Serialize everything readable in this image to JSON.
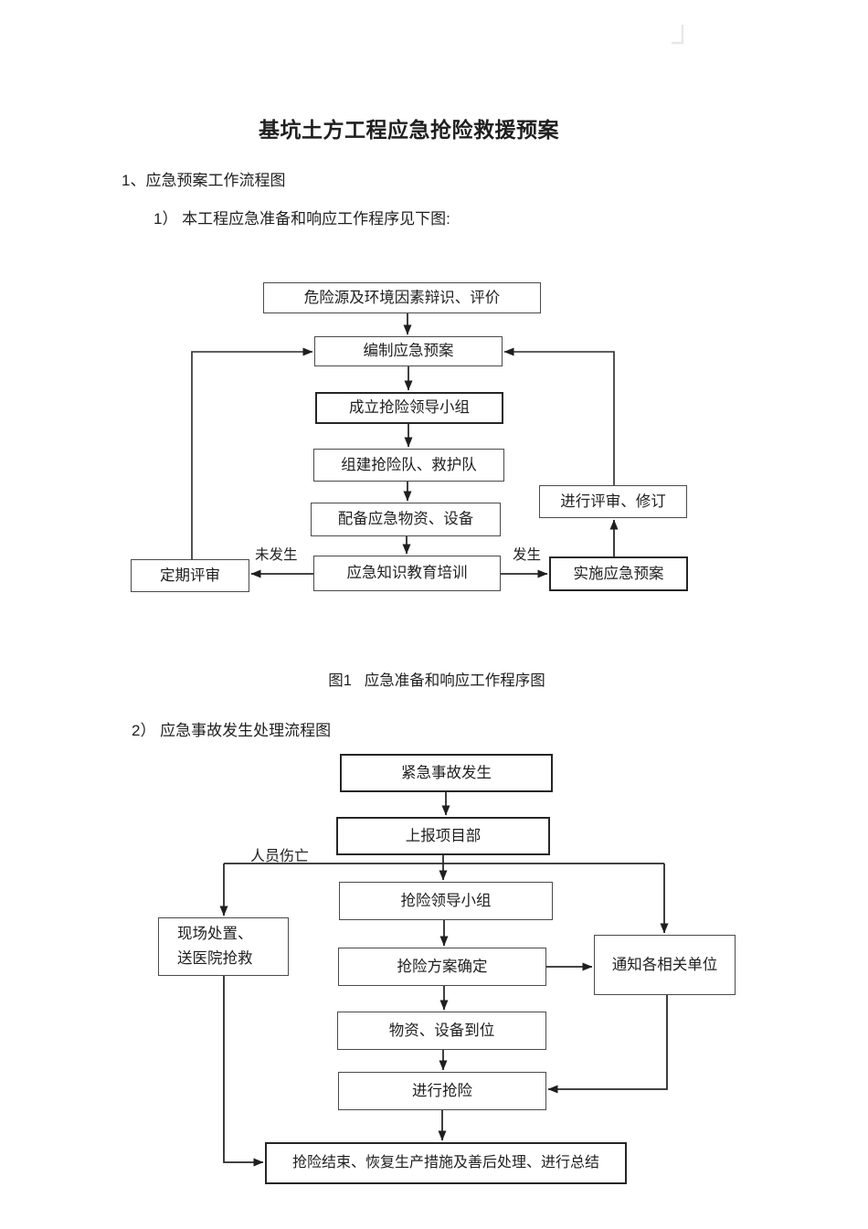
{
  "page": {
    "title": "基坑土方工程应急抢险救援预案",
    "heading1": "1、应急预案工作流程图",
    "subheading1": "1） 本工程应急准备和响应工作程序见下图:",
    "figure1_caption": "图1   应急准备和响应工作程序图",
    "subheading2": "2） 应急事故发生处理流程图"
  },
  "flow1": {
    "nodes": [
      {
        "id": "hazard",
        "label": "危险源及环境因素辩识、评价"
      },
      {
        "id": "compile",
        "label": "编制应急预案"
      },
      {
        "id": "lead",
        "label": "成立抢险领导小组"
      },
      {
        "id": "teams",
        "label": "组建抢险队、救护队"
      },
      {
        "id": "materials",
        "label": "配备应急物资、设备"
      },
      {
        "id": "training",
        "label": "应急知识教育培训"
      },
      {
        "id": "periodic",
        "label": "定期评审"
      },
      {
        "id": "implement",
        "label": "实施应急预案"
      },
      {
        "id": "review",
        "label": "进行评审、修订"
      }
    ],
    "edge_labels": {
      "not_occurred": "未发生",
      "occurred": "发生"
    }
  },
  "flow2": {
    "nodes": [
      {
        "id": "incident",
        "label": "紧急事故发生"
      },
      {
        "id": "report",
        "label": "上报项目部"
      },
      {
        "id": "leadgroup",
        "label": "抢险领导小组"
      },
      {
        "id": "onsite",
        "label_lines": [
          "现场处置、",
          "送医院抢救"
        ]
      },
      {
        "id": "plan",
        "label": "抢险方案确定"
      },
      {
        "id": "notify",
        "label": "通知各相关单位"
      },
      {
        "id": "ready",
        "label": "物资、设备到位"
      },
      {
        "id": "rescue",
        "label": "进行抢险"
      },
      {
        "id": "conclude",
        "label": "抢险结束、恢复生产措施及善后处理、进行总结"
      }
    ],
    "edge_labels": {
      "casualty": "人员伤亡"
    }
  },
  "colors": {
    "ink": "#1f1f1f",
    "box_border": "#4a4a4a",
    "box_border_thick": "#262626",
    "line": "#2a2a2a",
    "corner_mark": "#e8e8e8",
    "page_bg": "#ffffff"
  }
}
